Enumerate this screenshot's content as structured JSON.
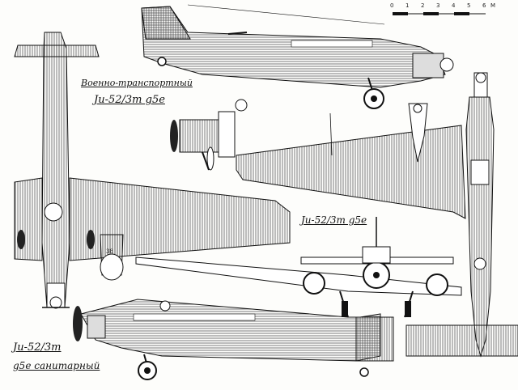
{
  "labels": {
    "transport": "Военно-транспортный",
    "variant_top": "Ju-52/3m g5e",
    "variant_mid": "Ju-52/3m g5e",
    "variant_bottom": "Ju-52/3m",
    "ambulance": "g5e санитарный"
  },
  "scale_bar": {
    "ticks": [
      "0",
      "1",
      "2",
      "3",
      "4",
      "5",
      "6"
    ],
    "unit": "M"
  },
  "wing_code": "38",
  "colors": {
    "ink": "#1a1a1a",
    "paper": "#fdfdfb",
    "hatch": "#555555"
  }
}
